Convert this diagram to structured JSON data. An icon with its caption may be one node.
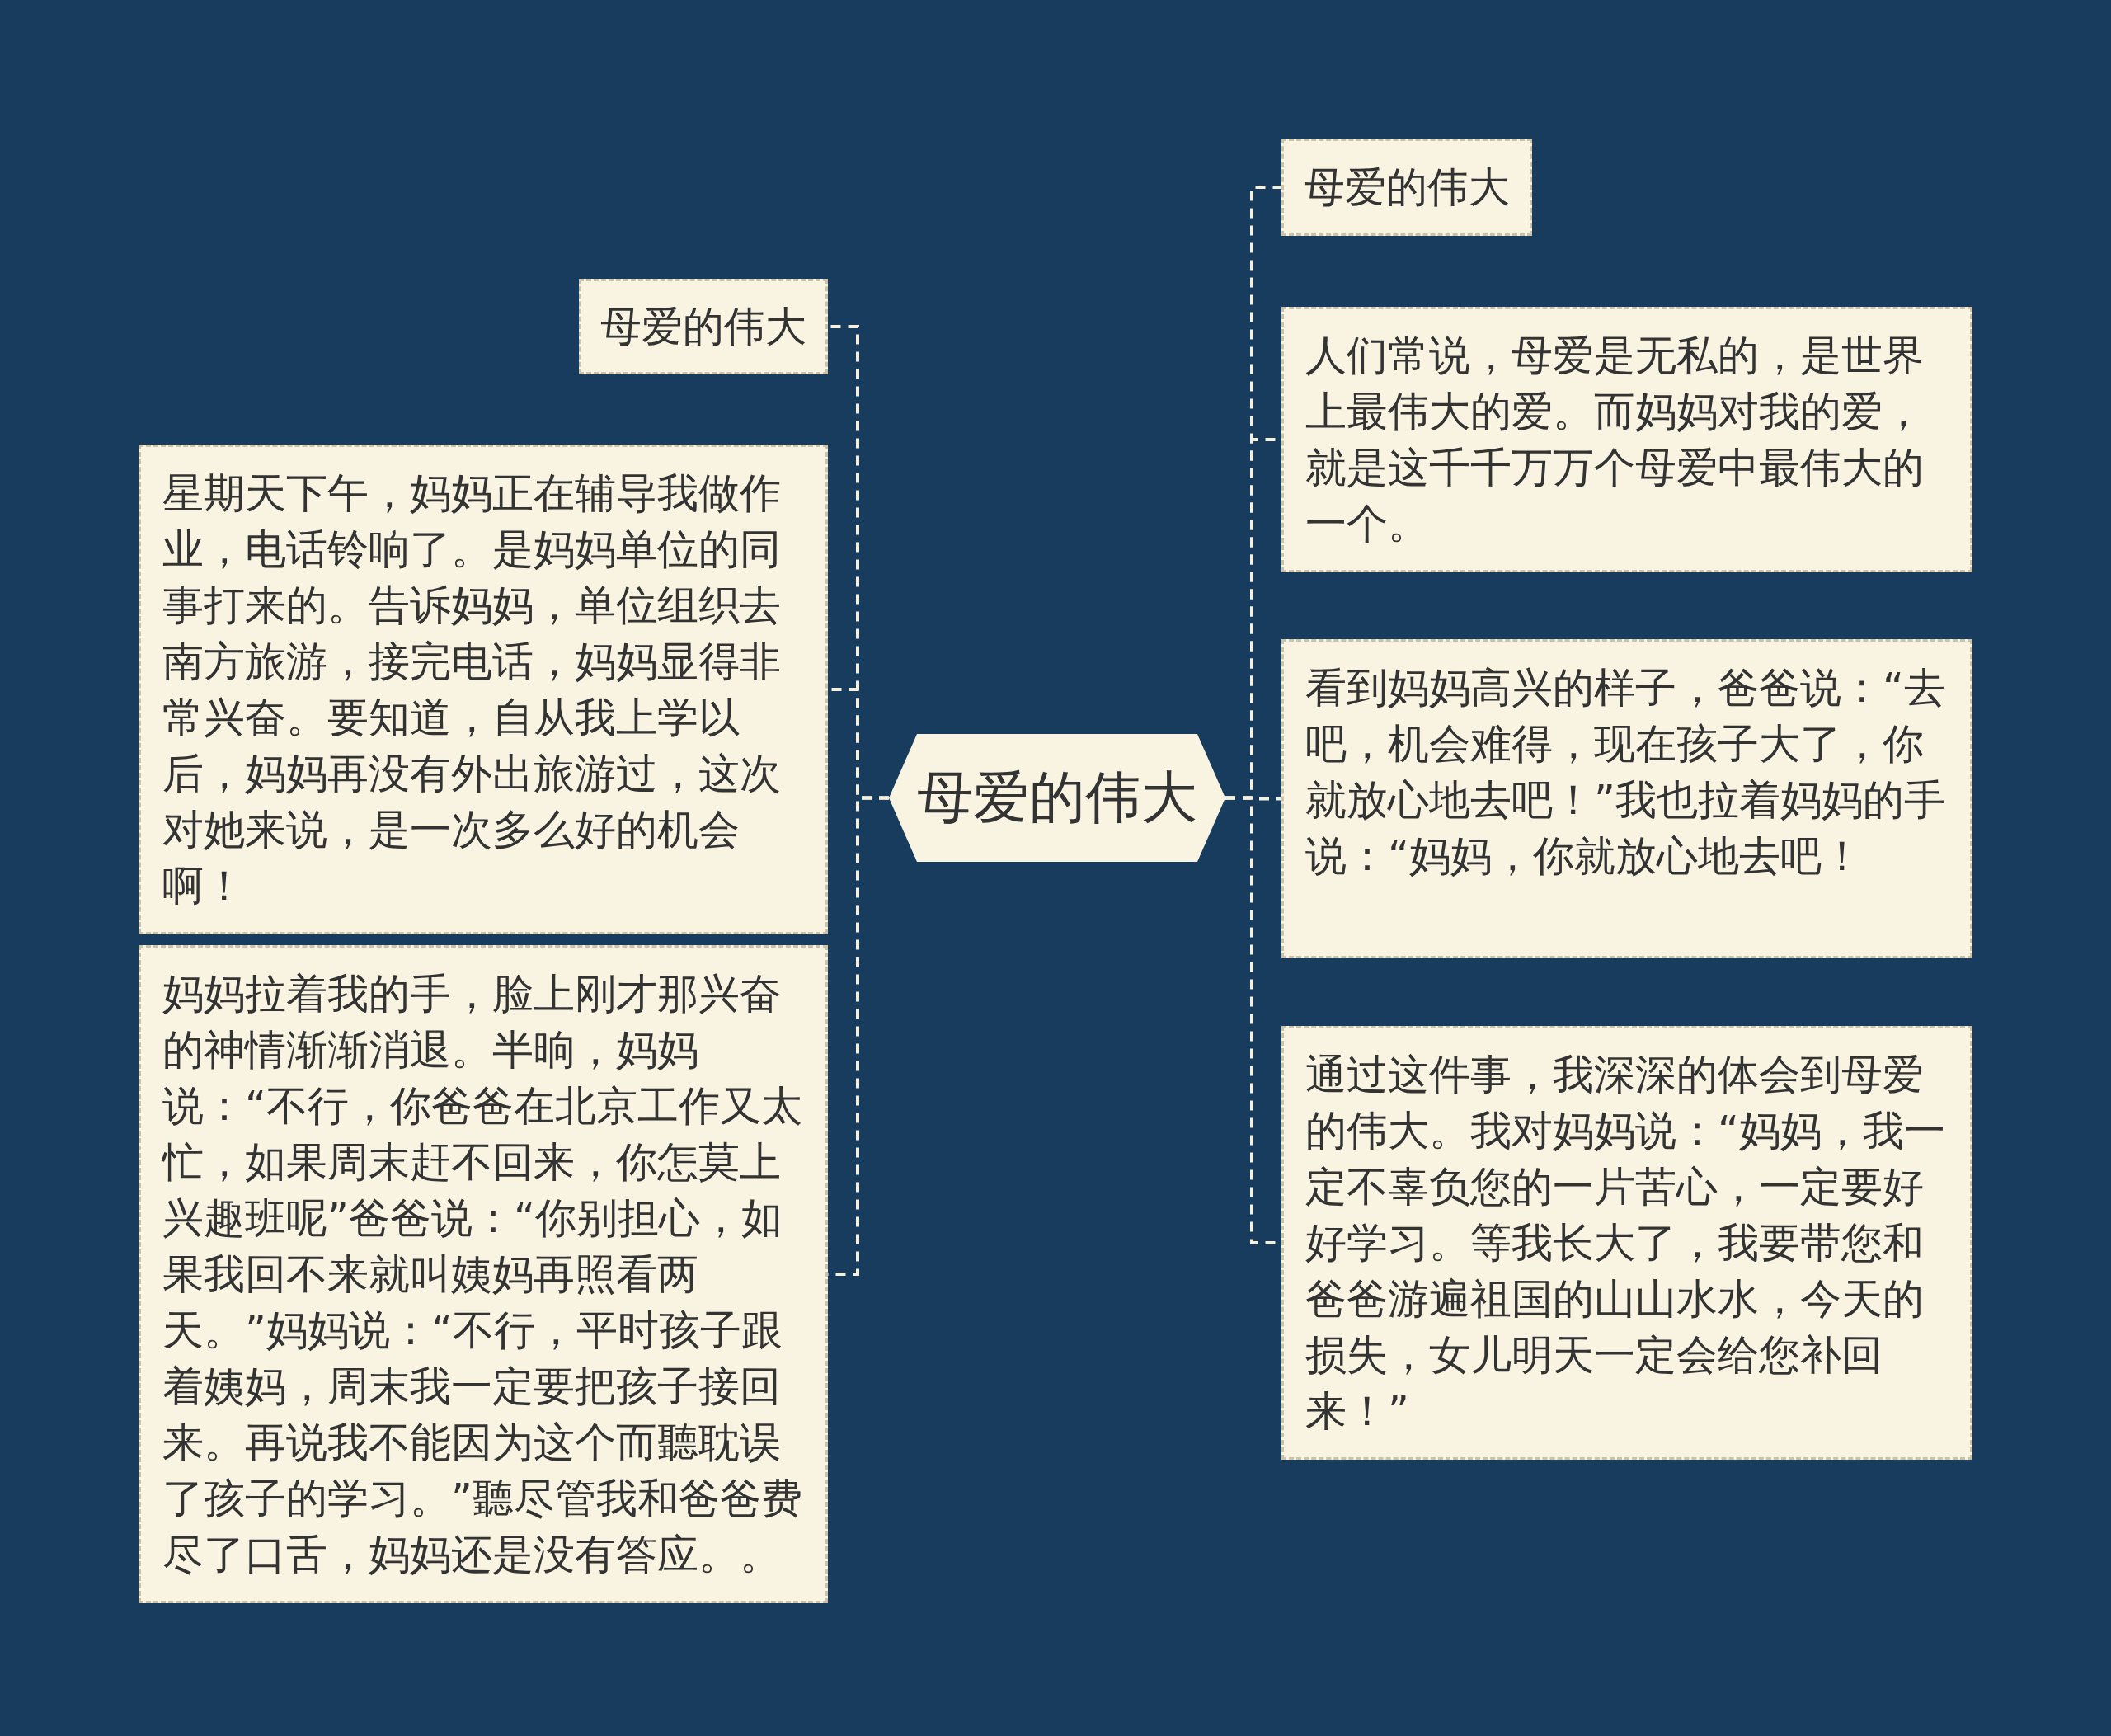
{
  "diagram": {
    "nodes": [
      {
        "text": [
          "母爱的伟大"
        ]
      },
      {
        "text": [
          "母爱的伟大"
        ]
      },
      {
        "text": [
          "星期天下午，妈妈正在辅导我做作业，电话铃响了。是妈妈单位的同事打来的。告诉妈妈，单位组织去南方旅游，接完电话，妈妈显得非常兴奋。要知道，自从我上学以后，妈妈再没有外出旅游过，这次对她来说，是一次多么好的机会啊！"
        ]
      },
      {
        "text": [
          "妈妈拉着我的手，脸上刚才那兴奋的神情渐渐消退。半晌，妈妈说：“不行，你爸爸在北京工作又太忙，如果周末赶不回来，你怎莫上兴趣班呢”爸爸说：“你别担心，如果我回不来就叫姨妈再照看两天。”妈妈说：“不行，平时孩子跟着姨妈，周末我一定要把孩子接回来。再说我不能因为这个而聽耽误了孩子的学习。”聽尽管我和爸爸费尽了口舌，妈妈还是没有答应。。"
        ]
      },
      {
        "text": [
          "母爱的伟大"
        ]
      },
      {
        "text": [
          "人们常说，母爱是无私的，是世界上最伟大的爱。而妈妈对我的爱，就是这千千万万个母爱中最伟大的一个。"
        ]
      },
      {
        "text": [
          "看到妈妈高兴的样子，爸爸说：“去吧，机会难得，现在孩子大了，你就放心地去吧！”我也拉着妈妈的手说：“妈妈，你就放心地去吧！"
        ]
      },
      {
        "text": [
          "通过这件事，我深深的体会到母爱的伟大。我对妈妈说：“妈妈，我一定不辜负您的一片苦心，一定要好好学习。等我长大了，我要带您和爸爸游遍祖国的山山水水，今天的损失，女儿明天一定会给您补回来！”"
        ]
      }
    ],
    "edges": [
      {
        "from": 0,
        "to": 1,
        "arrow": "none",
        "style": "dashed"
      },
      {
        "from": 0,
        "to": 2,
        "arrow": "none",
        "style": "dashed"
      },
      {
        "from": 0,
        "to": 3,
        "arrow": "none",
        "style": "dashed"
      },
      {
        "from": 0,
        "to": 4,
        "arrow": "none",
        "style": "dashed"
      },
      {
        "from": 0,
        "to": 5,
        "arrow": "none",
        "style": "dashed"
      },
      {
        "from": 0,
        "to": 6,
        "arrow": "none",
        "style": "dashed"
      },
      {
        "from": 0,
        "to": 7,
        "arrow": "none",
        "style": "dashed"
      }
    ]
  }
}
